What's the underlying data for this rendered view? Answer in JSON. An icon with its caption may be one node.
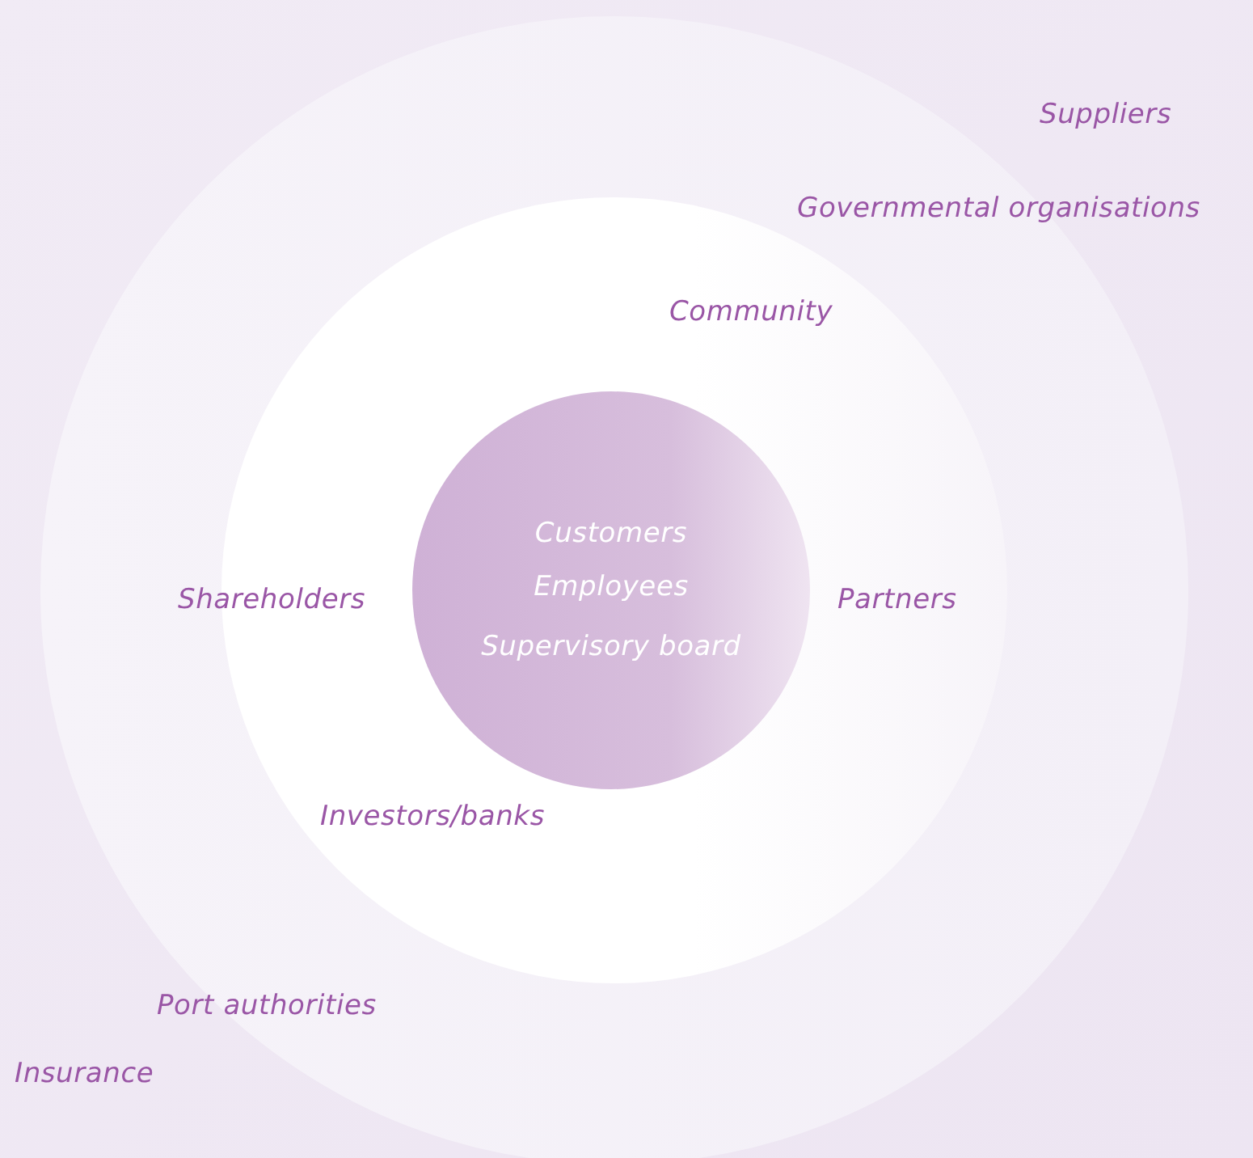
{
  "diagram": {
    "nodes": [
      {
        "text": [
          "Port authorities"
        ]
      },
      {
        "text": [
          "Community",
          "Shareholders",
          "Partners",
          "Investors/banks"
        ],
        "in": 0
      },
      {
        "text": [
          "Customers",
          "Employees",
          "Supervisory board"
        ],
        "in": 1
      }
    ],
    "labels": [
      "Suppliers",
      "Governmental organisations",
      "Insurance"
    ]
  }
}
